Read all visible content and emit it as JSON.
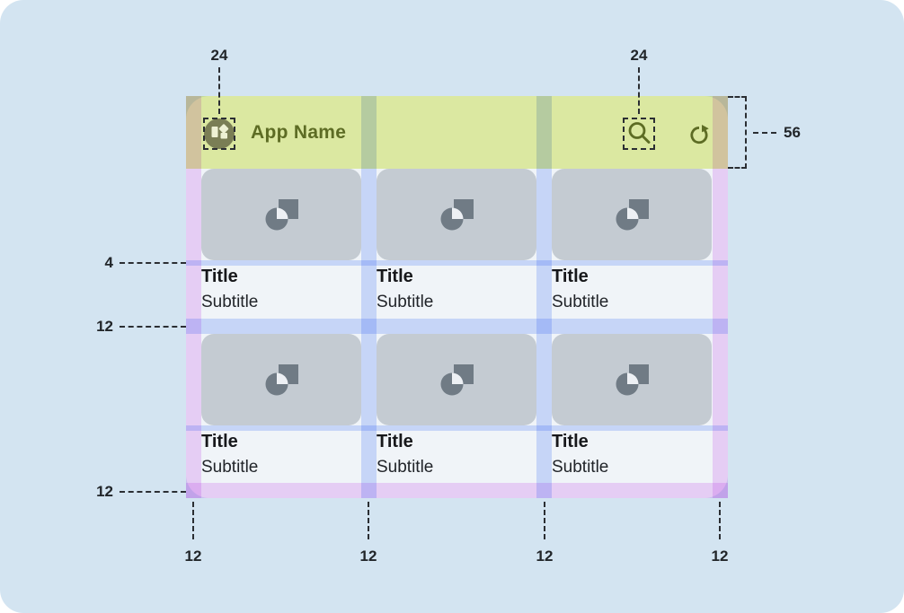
{
  "app_bar": {
    "title": "App Name",
    "icons": [
      "dashboard-icon",
      "search-icon",
      "refresh-icon"
    ]
  },
  "cards": [
    {
      "title": "Title",
      "subtitle": "Subtitle"
    },
    {
      "title": "Title",
      "subtitle": "Subtitle"
    },
    {
      "title": "Title",
      "subtitle": "Subtitle"
    },
    {
      "title": "Title",
      "subtitle": "Subtitle"
    },
    {
      "title": "Title",
      "subtitle": "Subtitle"
    },
    {
      "title": "Title",
      "subtitle": "Subtitle"
    }
  ],
  "annotations": {
    "nav_icon_size": "24",
    "action_icon_size": "24",
    "app_bar_height": "56",
    "image_text_gap": "4",
    "row_gutter": "12",
    "bottom_margin": "12",
    "left_margin_bottom": "12",
    "column_gutter_1": "12",
    "column_gutter_2": "12",
    "right_margin_bottom": "12"
  },
  "colors": {
    "page_background": "#d3e4f1",
    "sheet_background": "#f0f4f8",
    "app_bar_overlay": "#dce9a2",
    "margin_overlay": "#e6cef5",
    "gutter_overlay": "#c7d6f7",
    "app_bar_foreground": "#5d6c24",
    "card_image": "#c4cbd2",
    "card_icon": "#707b85",
    "annotation": "#212529"
  }
}
